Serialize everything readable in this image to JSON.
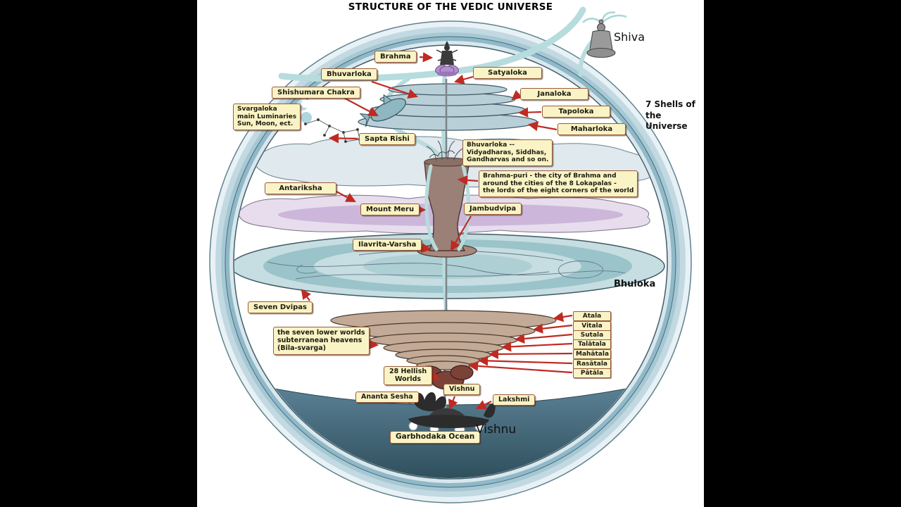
{
  "title": "STRUCTURE OF THE VEDIC UNIVERSE",
  "texts": {
    "shiva": "Shiva",
    "shells_note": "7 Shells of\nthe Universe",
    "bhuloka": "Bhuloka",
    "vishnu": "Vishnu"
  },
  "callouts": {
    "brahma": "Brahma",
    "bhuvarloka": "Bhuvarloka",
    "satyaloka": "Satyaloka",
    "shishumara_chakra": "Shishumara Chakra",
    "janaloka": "Janaloka",
    "svargaloka": "Svargaloka\nmain Luminaries\nSun, Moon, ect.",
    "tapoloka": "Tapoloka",
    "maharloka": "Maharloka",
    "sapta_rishi": "Sapta Rishi",
    "bhuvarloka_detail": "Bhuvarloka --\nVidyadharas, Siddhas,\nGandharvas and so on.",
    "brahma_puri": "Brahma-puri - the city of Brahma and\naround the cities of the 8 Lokapalas -\nthe lords of the eight corners of the world",
    "antariksha": "Antariksha",
    "mount_meru": "Mount Meru",
    "jambudvipa": "Jambudvipa",
    "ilavrita_varsha": "Ilavrita-Varsha",
    "seven_dvipas": "Seven Dvipas",
    "lower_worlds": "the seven lower worlds\nsubterranean heavens\n(Bila-svarga)",
    "hellish_worlds": "28 Hellish\nWorlds",
    "vishnu": "Vishnu",
    "ananta_sesha": "Ananta Sesha",
    "lakshmi": "Lakshmi",
    "garbhodaka_ocean": "Garbhodaka Ocean"
  },
  "levels": [
    "Atala",
    "Vitala",
    "Sutala",
    "Talātala",
    "Mahātala",
    "Rasātala",
    "Pātāla"
  ],
  "figures": {
    "shiva_figure": "seated Shiva releasing the Ganga",
    "brahma_figure": "Brahma on lotus",
    "vishnu_figure": "Vishnu reclining on Ananta Sesha",
    "shishumara_figure": "Shishumara dolphin",
    "sapta_rishi_figure": "Big Dipper constellation",
    "luminaries_figure": "moon crescent and sun disc"
  },
  "colors": {
    "background": "#000000",
    "canvas": "#ffffff",
    "label_bg": "#faf3c5",
    "label_border": "#9a5c3c",
    "arrow_red": "#bf2a22",
    "shell_blue": "#a6c8d4",
    "ocean_teal": "#3d6273",
    "antariksha_purple": "#c9b2d8",
    "meru_brown": "#9b8078",
    "lower_worlds_tan": "#c2aa96",
    "hell_maroon": "#7b4237",
    "stream_teal": "#b7dcdd"
  }
}
